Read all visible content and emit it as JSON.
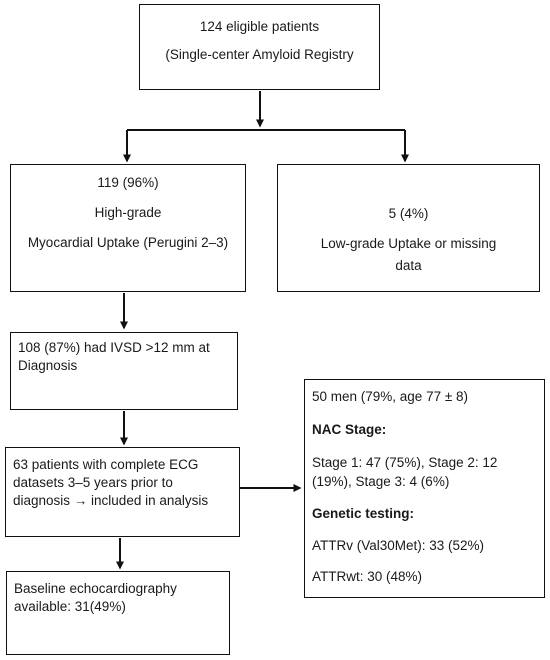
{
  "boxes": {
    "eligible": {
      "line1": "124 eligible patients",
      "line2": "(Single-center Amyloid Registry"
    },
    "high_grade": {
      "line1": "119 (96%)",
      "line2": "High-grade",
      "line3": "Myocardial Uptake (Perugini 2–3)"
    },
    "low_grade": {
      "line1": "5 (4%)",
      "line2": "Low-grade Uptake or missing",
      "line3": "data"
    },
    "ivsd": {
      "line1": "108 (87%) had IVSD >12 mm at",
      "line2": "Diagnosis"
    },
    "ecg": {
      "line1": "63 patients with complete ECG",
      "line2": "datasets 3–5 years prior to",
      "line3": "diagnosis → included in analysis"
    },
    "echo": {
      "line1": "Baseline echocardiography",
      "line2": "available: 31(49%)"
    },
    "characteristics": {
      "men": "50 men (79%, age 77 ± 8)",
      "nac_heading": "NAC Stage:",
      "nac_line1": "Stage 1: 47 (75%), Stage 2: 12",
      "nac_line2": "(19%), Stage 3: 4 (6%)",
      "genetic_heading": "Genetic testing:",
      "attrv": "ATTRv (Val30Met): 33 (52%)",
      "attrwt": "ATTRwt: 30 (48%)"
    }
  }
}
